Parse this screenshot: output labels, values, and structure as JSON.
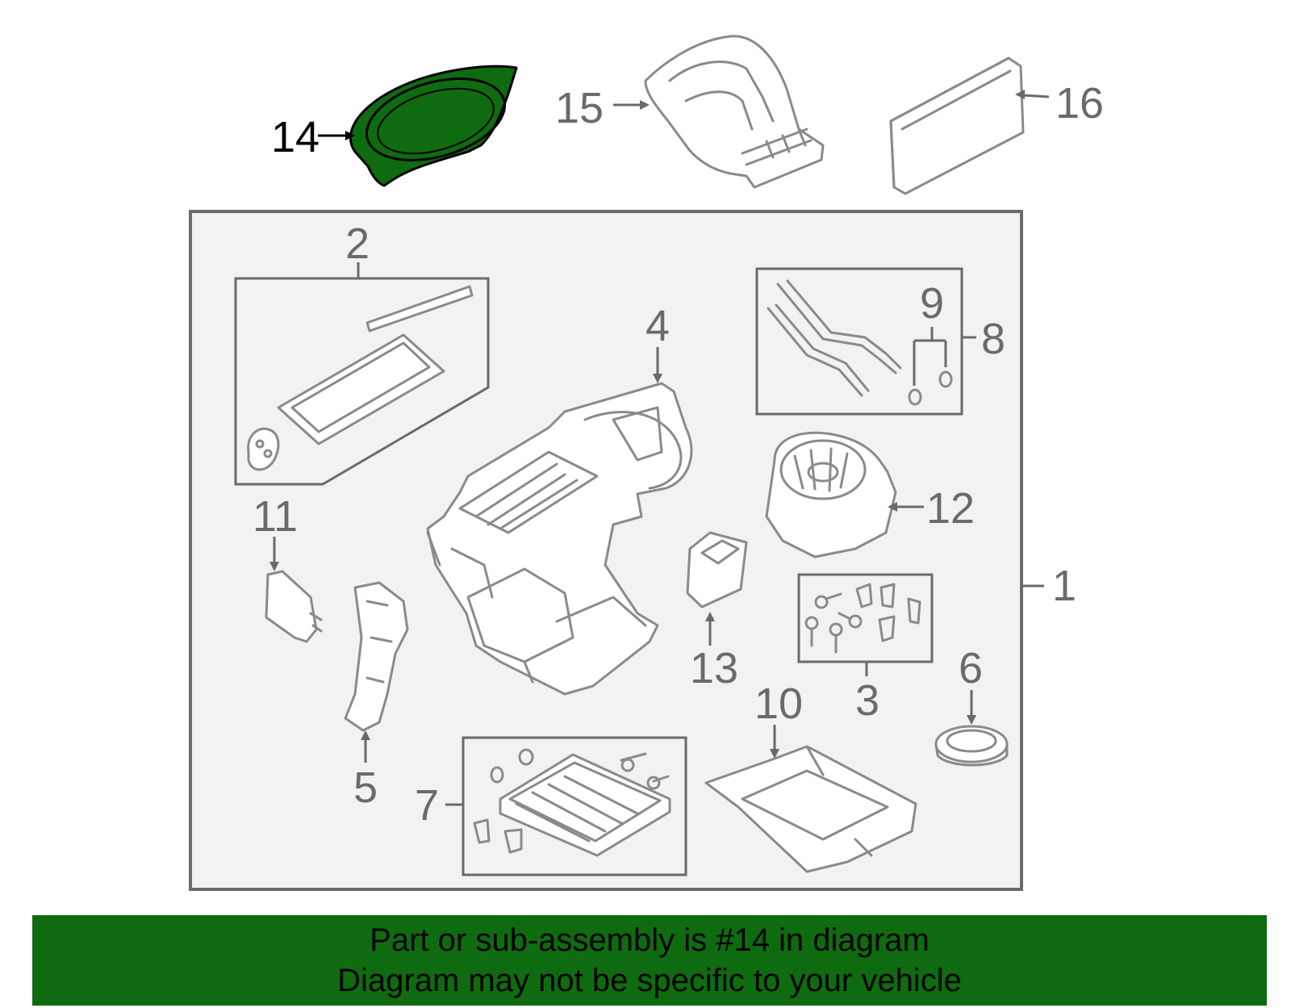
{
  "highlight_color": "#0f6b0f",
  "highlighted_part": "14",
  "callouts": {
    "c1": "1",
    "c2": "2",
    "c3": "3",
    "c4": "4",
    "c5": "5",
    "c6": "6",
    "c7": "7",
    "c8": "8",
    "c9": "9",
    "c10": "10",
    "c11": "11",
    "c12": "12",
    "c13": "13",
    "c14": "14",
    "c15": "15",
    "c16": "16"
  },
  "banner": {
    "line1": "Part or sub-assembly is #14 in diagram",
    "line2": "Diagram may not be specific to your vehicle"
  }
}
